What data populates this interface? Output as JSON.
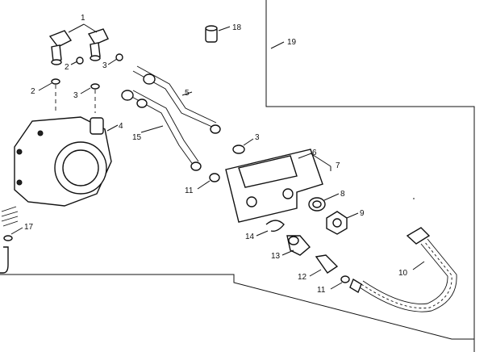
{
  "callouts": [
    {
      "id": "c1",
      "text": "1"
    },
    {
      "id": "c2a",
      "text": "2"
    },
    {
      "id": "c2b",
      "text": "2"
    },
    {
      "id": "c3a",
      "text": "3"
    },
    {
      "id": "c3b",
      "text": "3"
    },
    {
      "id": "c3c",
      "text": "3"
    },
    {
      "id": "c4",
      "text": "4"
    },
    {
      "id": "c5",
      "text": "5"
    },
    {
      "id": "c6",
      "text": "6"
    },
    {
      "id": "c7",
      "text": "7"
    },
    {
      "id": "c8",
      "text": "8"
    },
    {
      "id": "c9",
      "text": "9"
    },
    {
      "id": "c10",
      "text": "10"
    },
    {
      "id": "c11a",
      "text": "11"
    },
    {
      "id": "c11b",
      "text": "11"
    },
    {
      "id": "c12",
      "text": "12"
    },
    {
      "id": "c13",
      "text": "13"
    },
    {
      "id": "c14",
      "text": "14"
    },
    {
      "id": "c15",
      "text": "15"
    },
    {
      "id": "c17",
      "text": "17"
    },
    {
      "id": "c18",
      "text": "18"
    },
    {
      "id": "c19",
      "text": "19"
    }
  ]
}
